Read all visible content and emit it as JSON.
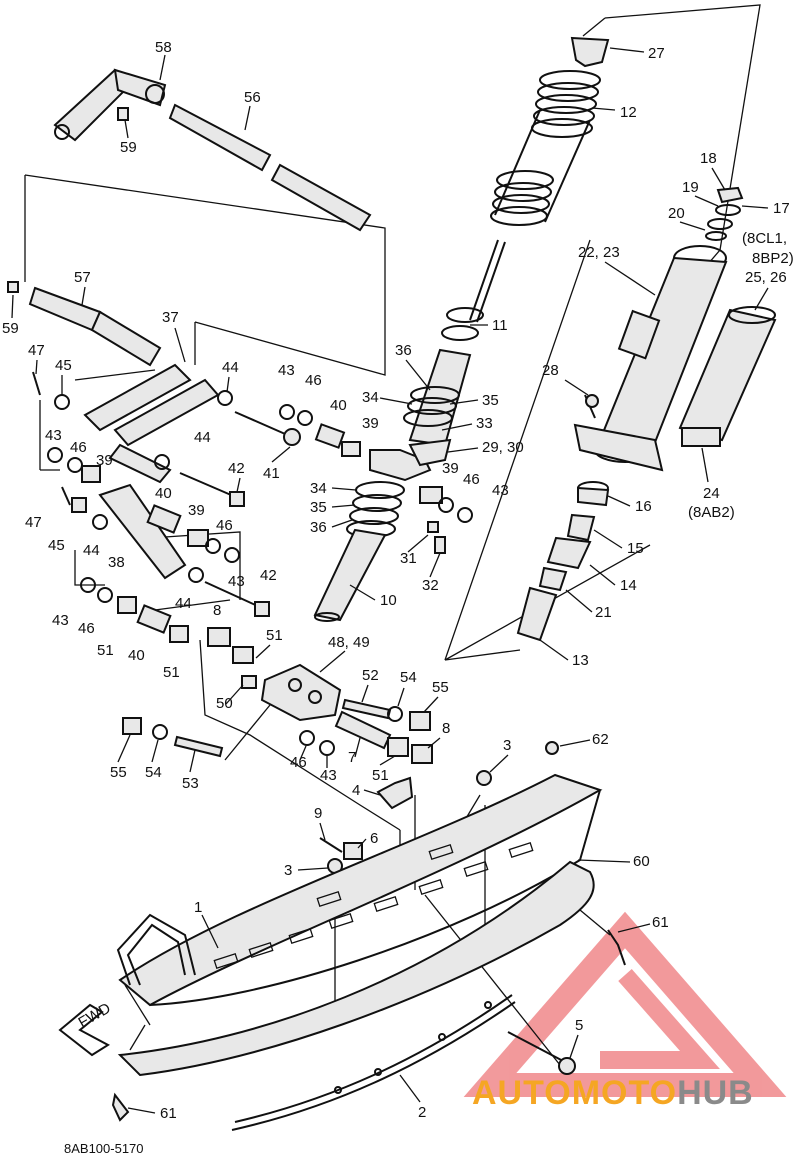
{
  "diagram": {
    "code": "8AB100-5170",
    "fwd_label": "FWD",
    "notes": {
      "n24": "(8AB2)",
      "n17": "(8CL1,",
      "n17b": "8BP2)"
    },
    "labels": {
      "l58": "58",
      "l56": "56",
      "l59a": "59",
      "l27": "27",
      "l12": "12",
      "l18": "18",
      "l19": "19",
      "l17": "17",
      "l20": "20",
      "l22": "22, 23",
      "l25": "25, 26",
      "l57": "57",
      "l59b": "59",
      "l11": "11",
      "l37": "37",
      "l47a": "47",
      "l45a": "45",
      "l44a": "44",
      "l43a": "43",
      "l46a": "46",
      "l36a": "36",
      "l28": "28",
      "l34a": "34",
      "l35a": "35",
      "l40a": "40",
      "l33": "33",
      "l39a": "39",
      "l29": "29, 30",
      "l43b": "43",
      "l46b": "46",
      "l44b": "44",
      "l39b": "39",
      "l42a": "42",
      "l41": "41",
      "l24": "24",
      "l16": "16",
      "l34b": "34",
      "l35b": "35",
      "l36b": "36",
      "l39c": "39",
      "l46c": "46",
      "l43c": "43",
      "l47b": "47",
      "l40b": "40",
      "l39d": "39",
      "l45b": "45",
      "l44c": "44",
      "l46d": "46",
      "l15": "15",
      "l31": "31",
      "l32": "32",
      "l38": "38",
      "l43d": "43",
      "l44d": "44",
      "l42b": "42",
      "l14": "14",
      "l21": "21",
      "l10": "10",
      "l8a": "8",
      "l43e": "43",
      "l46e": "46",
      "l51a": "51",
      "l40c": "40",
      "l51b": "51",
      "l51c": "51",
      "l48": "48, 49",
      "l13": "13",
      "l52": "52",
      "l54a": "54",
      "l55a": "55",
      "l50": "50",
      "l8b": "8",
      "l3a": "3",
      "l62": "62",
      "l55b": "55",
      "l54b": "54",
      "l53": "53",
      "l46f": "46",
      "l43f": "43",
      "l7": "7",
      "l51d": "51",
      "l4": "4",
      "l9": "9",
      "l6": "6",
      "l3b": "3",
      "l60": "60",
      "l1": "1",
      "l61a": "61",
      "l5": "5",
      "l61b": "61",
      "l2": "2"
    }
  },
  "watermark": {
    "part1": "AUTOMOTO",
    "part2": "HUB",
    "color1": "#f5a623",
    "color2": "#8a8a8a",
    "logo_color": "#e8474b"
  }
}
